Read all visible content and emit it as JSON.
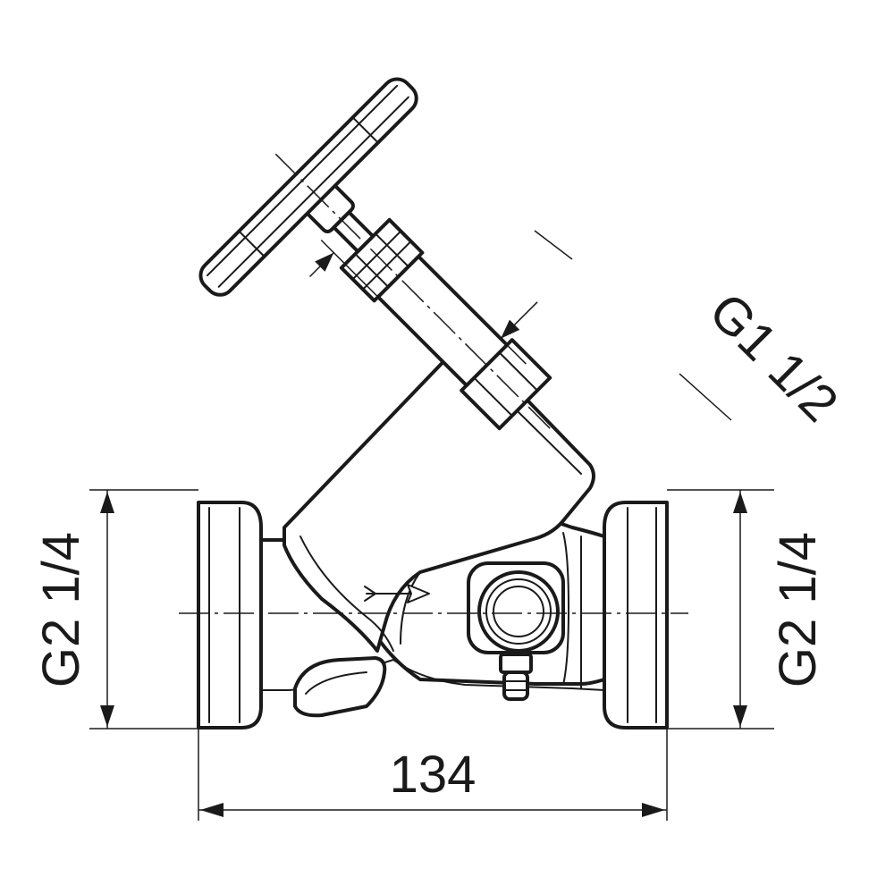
{
  "dimensions": {
    "overall_length": "134",
    "left_thread": "G2 1/4",
    "right_thread": "G2 1/4",
    "bonnet_thread": "G1 1/2"
  },
  "colors": {
    "line": "#1a1a1a",
    "background": "#ffffff"
  }
}
